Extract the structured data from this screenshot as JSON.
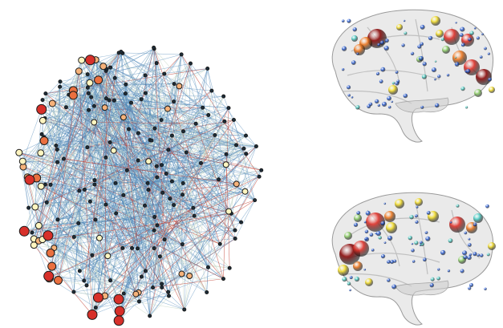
{
  "figure": {
    "palette": {
      "edge_blue": "#4f86b8",
      "edge_light": "#c8d9c8",
      "edge_red": "#c0392b",
      "node_dark": "#1c2d3a",
      "node_cream": "#fff5c0",
      "node_peach": "#f6b27a",
      "node_orange": "#ea7040",
      "node_red": "#d7302a",
      "brain_fill": "#d9d9d9",
      "sphere_darkred": "#8b0a0a",
      "sphere_red": "#e0322a",
      "sphere_orange": "#f07a22",
      "sphere_yellow": "#f2dc2a",
      "sphere_green": "#8fd06a",
      "sphere_cyan": "#4fd0c8",
      "sphere_blue": "#2a5fd8"
    },
    "panels": [
      {
        "name": "network-graph",
        "description_icon": "network-graph-icon"
      },
      {
        "name": "brain-lateral-view-top",
        "description_icon": "brain-icon"
      },
      {
        "name": "brain-lateral-view-bottom",
        "description_icon": "brain-icon"
      }
    ]
  }
}
